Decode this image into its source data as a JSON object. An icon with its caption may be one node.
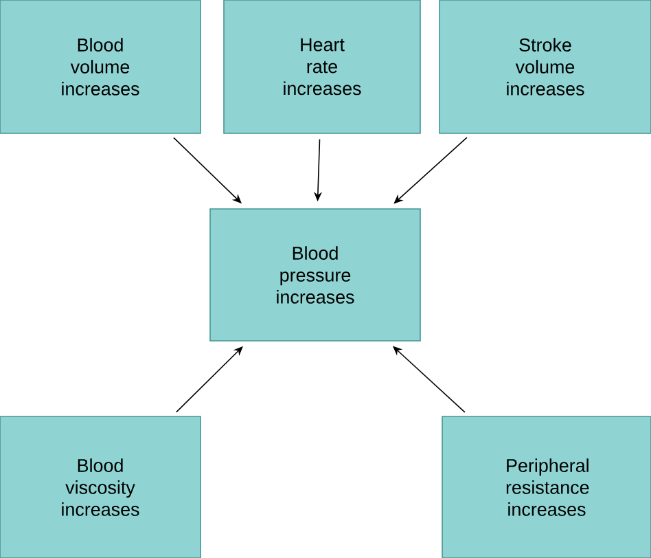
{
  "diagram": {
    "nodes": [
      {
        "text": [
          "Blood volume increases"
        ]
      },
      {
        "text": [
          "Heart rate increases"
        ]
      },
      {
        "text": [
          "Stroke volume increases"
        ]
      },
      {
        "text": [
          "Blood pressure increases"
        ]
      },
      {
        "text": [
          "Blood viscosity increases"
        ]
      },
      {
        "text": [
          "Peripheral resistance increases"
        ]
      }
    ],
    "edges": [
      {
        "from": 0,
        "to": 3,
        "arrow": "to"
      },
      {
        "from": 1,
        "to": 3,
        "arrow": "to"
      },
      {
        "from": 2,
        "to": 3,
        "arrow": "to"
      },
      {
        "from": 4,
        "to": 3,
        "arrow": "to"
      },
      {
        "from": 5,
        "to": 3,
        "arrow": "to"
      }
    ]
  }
}
